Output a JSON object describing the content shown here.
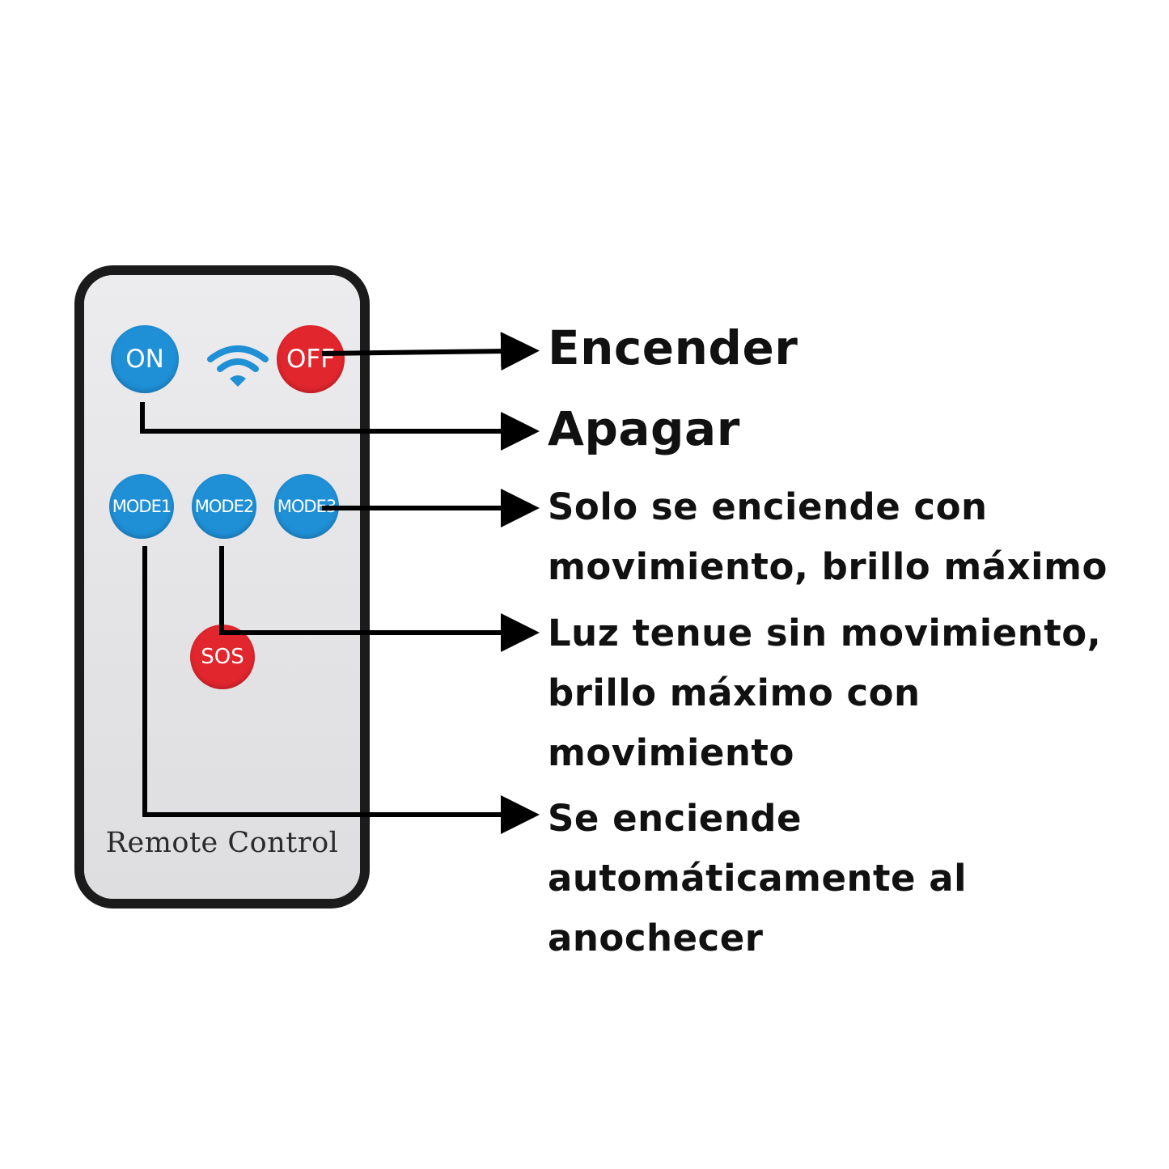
{
  "remote": {
    "label": "Remote Control",
    "buttons": {
      "on": "ON",
      "off": "OFF",
      "mode1": "MODE1",
      "mode2": "MODE2",
      "mode3": "MODE3",
      "sos": "SOS"
    },
    "icons": {
      "signal": "wifi-icon"
    },
    "colors": {
      "blue": "#1f8fd6",
      "red": "#e2262e",
      "body": "#e6e6e8",
      "frame": "#1b1b1b"
    }
  },
  "callouts": {
    "encender": "Encender",
    "apagar": "Apagar",
    "mode3": {
      "line1": "Solo se enciende con",
      "line2": "movimiento, brillo máximo"
    },
    "mode2": {
      "line1": "Luz tenue sin movimiento,",
      "line2": "brillo máximo con",
      "line3": "movimiento"
    },
    "mode1": {
      "line1": "Se enciende",
      "line2": "automáticamente al",
      "line3": "anochecer"
    }
  }
}
